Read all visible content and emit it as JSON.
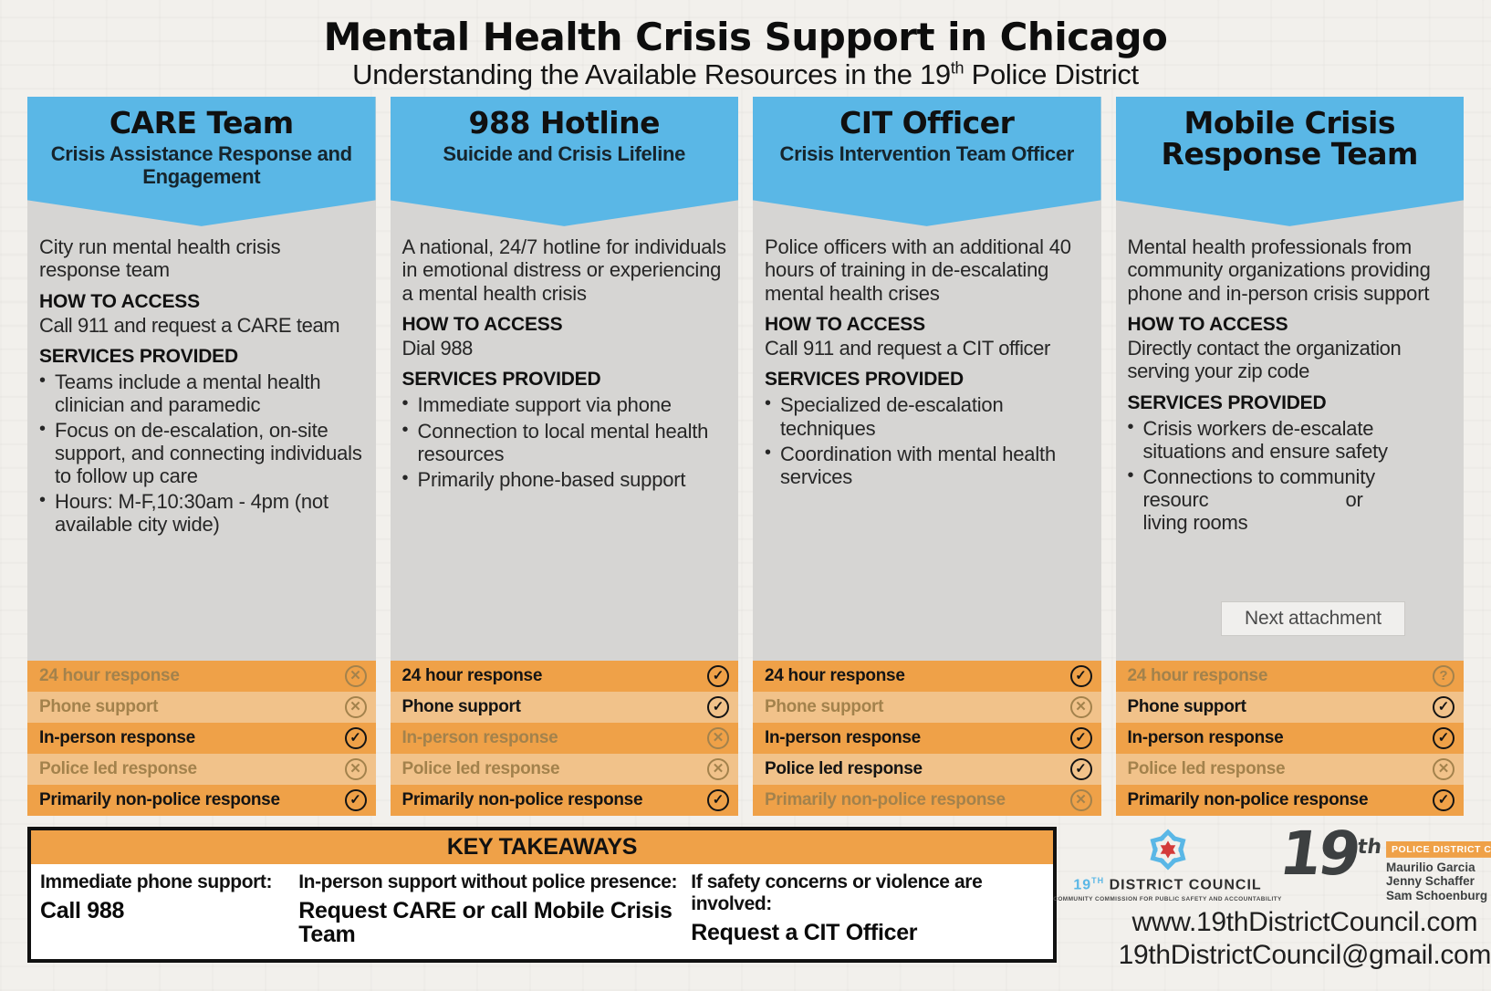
{
  "header": {
    "title": "Mental Health Crisis Support in Chicago",
    "subtitle_prefix": "Understanding the Available Resources in the 19",
    "subtitle_sup": "th",
    "subtitle_suffix": " Police District"
  },
  "labels": {
    "how_to_access": "HOW TO ACCESS",
    "services_provided": "SERVICES PROVIDED"
  },
  "columns": [
    {
      "title": "CARE Team",
      "subtitle": "Crisis Assistance Response and Engagement",
      "description": "City run mental health crisis response team",
      "access": "Call 911 and request a CARE team",
      "services": [
        "Teams include a mental health clinician and paramedic",
        "Focus on de-escalation, on-site support, and connecting individuals to follow up care",
        "Hours: M-F,10:30am - 4pm (not available city wide)"
      ],
      "checklist": [
        "cross",
        "cross",
        "check",
        "cross",
        "check"
      ]
    },
    {
      "title": "988 Hotline",
      "subtitle": "Suicide and Crisis Lifeline",
      "description": "A national, 24/7 hotline for individuals in emotional distress or experiencing a mental health crisis",
      "access": "Dial 988",
      "services": [
        "Immediate support via phone",
        "Connection to local mental health resources",
        "Primarily phone-based support"
      ],
      "checklist": [
        "check",
        "check",
        "cross",
        "cross",
        "check"
      ]
    },
    {
      "title": "CIT Officer",
      "subtitle": "Crisis Intervention Team Officer",
      "description": "Police officers with an additional 40 hours of training in  de-escalating mental health crises",
      "access": "Call 911 and request a CIT officer",
      "services": [
        "Specialized de-escalation techniques",
        "Coordination with mental health services"
      ],
      "checklist": [
        "check",
        "cross",
        "check",
        "check",
        "cross"
      ]
    },
    {
      "title": "Mobile Crisis Response Team",
      "subtitle": "",
      "description": "Mental health professionals from community organizations providing phone and in-person crisis support",
      "access": "Directly contact the organization serving your zip code",
      "services": [
        "Crisis workers de-escalate situations and ensure safety",
        {
          "parts": [
            "Connections to community",
            "resourc",
            "or",
            "living rooms"
          ]
        }
      ],
      "checklist": [
        "question",
        "check",
        "check",
        "cross",
        "check"
      ]
    }
  ],
  "checklist_labels": [
    "24 hour response",
    "Phone support",
    "In-person response",
    "Police led response",
    "Primarily non-police response"
  ],
  "icons": {
    "check": "✓",
    "cross": "✕",
    "question": "?"
  },
  "tooltip": {
    "label": "Next attachment"
  },
  "takeaways": {
    "title": "KEY TAKEAWAYS",
    "items": [
      {
        "label": "Immediate phone support:",
        "action": "Call 988"
      },
      {
        "label": "In-person support without police presence:",
        "action": "Request CARE or call Mobile Crisis Team"
      },
      {
        "label": "If safety concerns or violence are involved:",
        "action": "Request a CIT Officer"
      }
    ]
  },
  "footer": {
    "cc_logo": {
      "number": "19",
      "sup": "TH",
      "name": "DISTRICT COUNCIL",
      "tagline": "COMMUNITY COMMISSION FOR PUBLIC SAFETY AND ACCOUNTABILITY"
    },
    "pdc_logo": {
      "number": "19",
      "sup": "th",
      "banner": "POLICE DISTRICT COUNCIL",
      "names": [
        "Maurilio Garcia",
        "Jenny Schaffer",
        "Sam Schoenburg"
      ]
    },
    "website": "www.19thDistrictCouncil.com",
    "email": "19thDistrictCouncil@gmail.com"
  },
  "colors": {
    "blue": "#5ab7e6",
    "panel": "#d6d5d3",
    "odark": "#efa148",
    "olight": "#f1c28a",
    "muted": "#a3824c"
  }
}
